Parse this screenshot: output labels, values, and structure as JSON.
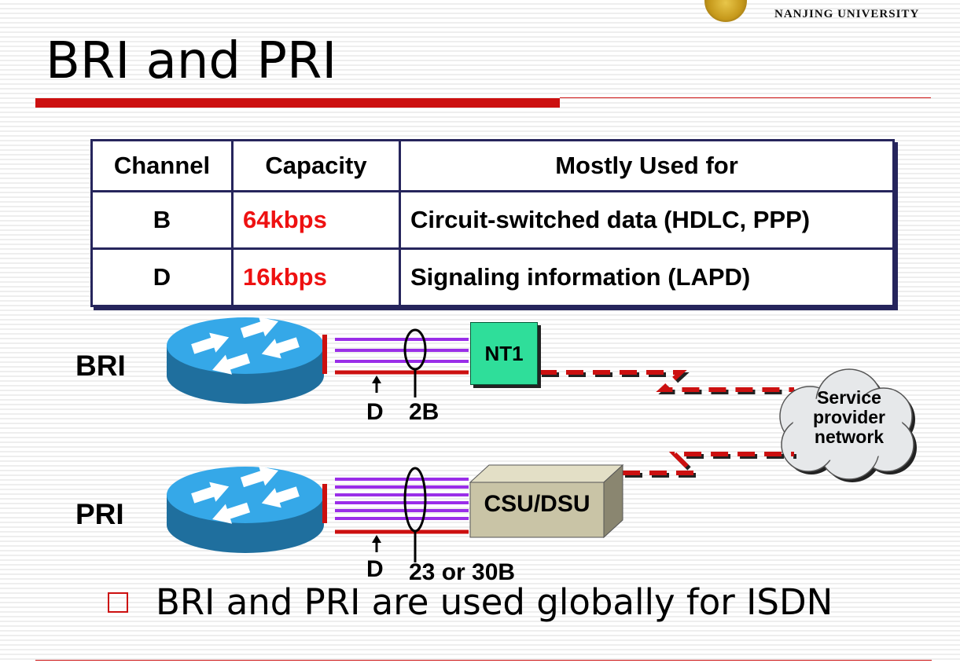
{
  "header": {
    "university": "NANJING UNIVERSITY",
    "title": "BRI and PRI"
  },
  "table": {
    "headers": [
      "Channel",
      "Capacity",
      "Mostly Used for"
    ],
    "rows": [
      {
        "channel": "B",
        "capacity": "64kbps",
        "used_for": "Circuit-switched data (HDLC, PPP)"
      },
      {
        "channel": "D",
        "capacity": "16kbps",
        "used_for": "Signaling information (LAPD)"
      }
    ]
  },
  "diagram": {
    "bri": {
      "label": "BRI",
      "device": "NT1",
      "d_label": "D",
      "b_label": "2B"
    },
    "pri": {
      "label": "PRI",
      "device": "CSU/DSU",
      "d_label": "D",
      "b_label": "23 or 30B"
    },
    "cloud": {
      "line1": "Service",
      "line2": "provider",
      "line3": "network"
    }
  },
  "bullet": "BRI and PRI are used globally for ISDN",
  "colors": {
    "accent_red": "#cc1010",
    "capacity_red": "#ee1111",
    "b_channel_purple": "#9a2ee8",
    "d_channel_red": "#cc1010",
    "nt1_green": "#2fde9a",
    "csu_tan": "#c9c4a6",
    "router_blue": "#35a8e8",
    "table_border": "#26255c"
  }
}
